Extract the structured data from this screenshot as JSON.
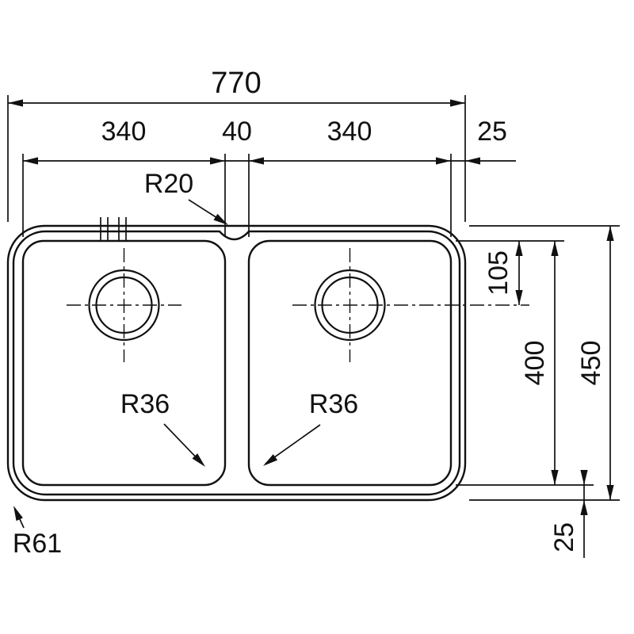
{
  "drawing": {
    "background_color": "#ffffff",
    "line_color": "#111111",
    "dims": {
      "overall_width": "770",
      "left_bowl_width": "340",
      "divider_width": "40",
      "right_bowl_width": "340",
      "right_margin": "25",
      "drain_center_offset": "105",
      "bowl_depth": "400",
      "overall_depth": "450",
      "bottom_margin": "25"
    },
    "radii": {
      "center_junction": "R20",
      "left_bowl_corner": "R36",
      "right_bowl_corner": "R36",
      "outer_corner": "R61"
    }
  }
}
